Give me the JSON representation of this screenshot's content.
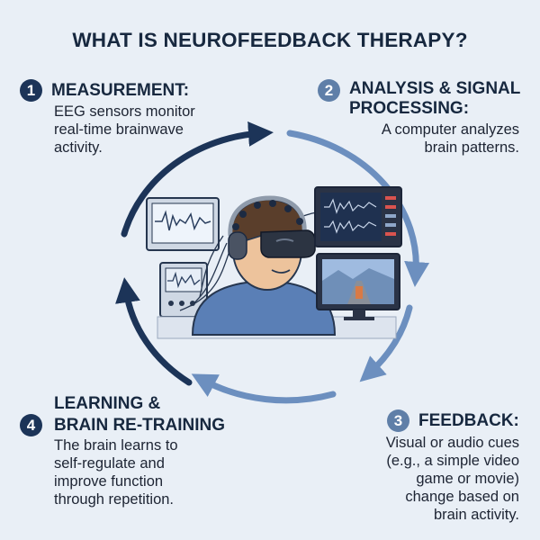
{
  "title": "WHAT IS NEUROFEEDBACK THERAPY?",
  "colors": {
    "background": "#e9eff6",
    "arrow_dark": "#1c3458",
    "arrow_light": "#6c8fbf",
    "badge_dark": "#1c3458",
    "badge_light": "#5f7fa8",
    "shirt": "#5a7fb6"
  },
  "steps": [
    {
      "number": "1",
      "heading": [
        "MEASUREMENT:"
      ],
      "body": [
        "EEG sensors monitor",
        "real-time brainwave",
        "activity."
      ]
    },
    {
      "number": "2",
      "heading": [
        "ANALYSIS & SIGNAL",
        "PROCESSING:"
      ],
      "body": [
        "A computer analyzes",
        "brain patterns."
      ]
    },
    {
      "number": "3",
      "heading": [
        "FEEDBACK:"
      ],
      "body": [
        "Visual or audio cues",
        "(e.g., a simple video",
        "game or movie)",
        "change based on",
        "brain activity."
      ]
    },
    {
      "number": "4",
      "heading": [
        "LEARNING &",
        "BRAIN RE-TRAINING"
      ],
      "body": [
        "The brain learns to",
        "self-regulate and",
        "improve function",
        "through repetition."
      ]
    }
  ],
  "illustration": {
    "person": "person-with-eeg-cap-and-vr-headset",
    "left_monitor": "brainwave-monitor",
    "eeg_device": "eeg-amplifier-device",
    "right_monitor": "analysis-and-game-display"
  }
}
